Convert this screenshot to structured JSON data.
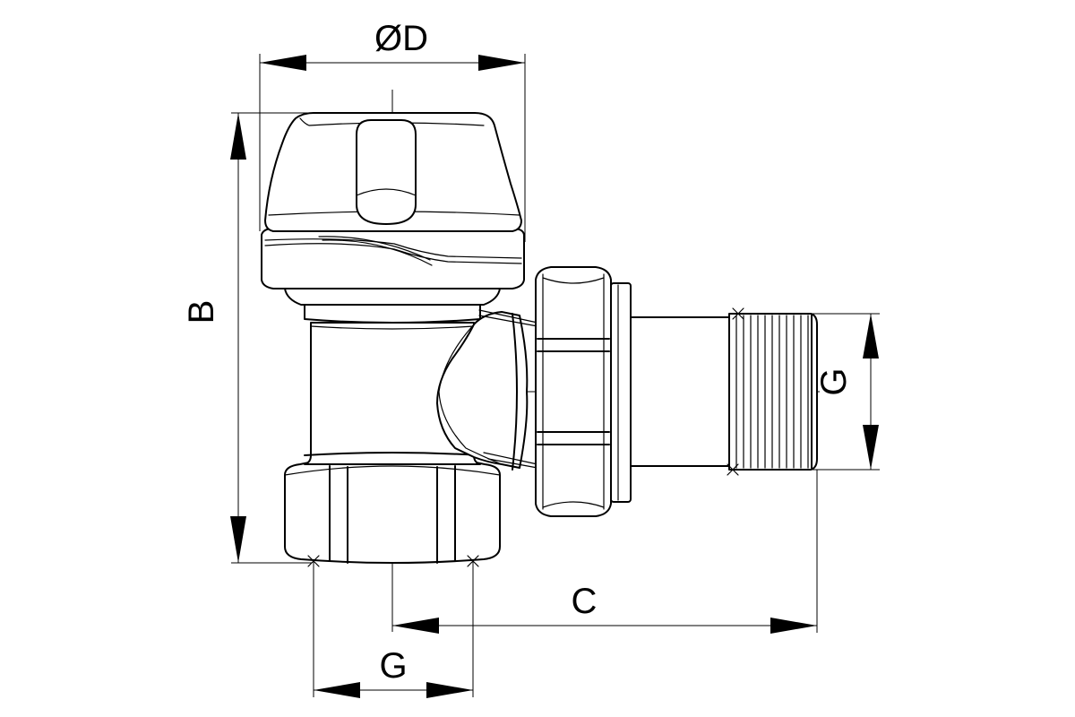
{
  "labels": {
    "diameter": "ØD",
    "height": "B",
    "length": "C",
    "thread_side": "G",
    "thread_bottom": "G"
  },
  "colors": {
    "line": "#000000",
    "background": "#ffffff"
  }
}
